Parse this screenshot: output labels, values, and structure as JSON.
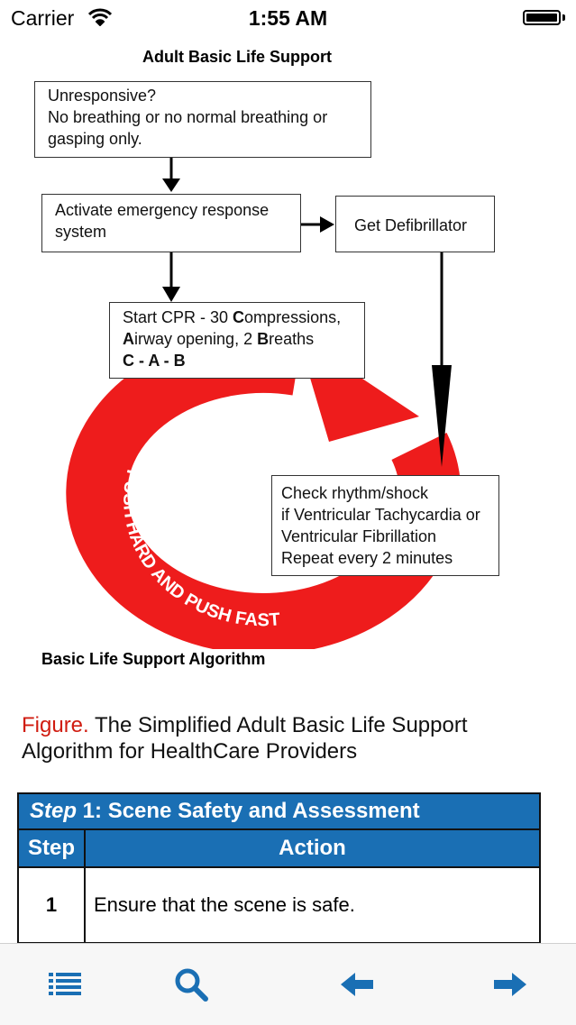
{
  "status_bar": {
    "carrier": "Carrier",
    "time": "1:55 AM"
  },
  "diagram": {
    "title": "Adult Basic Life Support",
    "box1_lines": [
      "Unresponsive?",
      "No breathing or no normal breathing or",
      "gasping only."
    ],
    "box2_lines": [
      "Activate emergency response",
      "system"
    ],
    "box3": "Get Defibrillator",
    "box4": {
      "line1": {
        "pre": "Start CPR - 30 ",
        "bold": "C",
        "post": "ompressions,"
      },
      "line2": {
        "bold1": "A",
        "mid": "irway opening, 2 ",
        "bold2": "B",
        "post": "reaths"
      },
      "line3": "C - A - B"
    },
    "box5_lines": [
      "Check rhythm/shock",
      "if Ventricular Tachycardia or",
      "Ventricular Fibrillation",
      "Repeat every 2 minutes"
    ],
    "cycle_text": "PUSH HARD AND PUSH FAST",
    "caption": "Basic Life Support Algorithm"
  },
  "figure_caption": {
    "label": "Figure.",
    "text": " The Simplified Adult Basic Life Support Algorithm for HealthCare Providers"
  },
  "table": {
    "title_step": "Step",
    "title_rest": " 1:  Scene Safety and Assessment",
    "col_step": "Step",
    "col_action": "Action",
    "rows": [
      {
        "step": "1",
        "action": "Ensure that the scene is safe."
      }
    ]
  },
  "toolbar": {
    "icons": [
      "list-icon",
      "search-icon",
      "arrow-left-icon",
      "arrow-right-icon"
    ]
  },
  "colors": {
    "accent_blue": "#1a6fb4",
    "cycle_red": "#ee1c1c",
    "figure_red": "#d01c10"
  }
}
